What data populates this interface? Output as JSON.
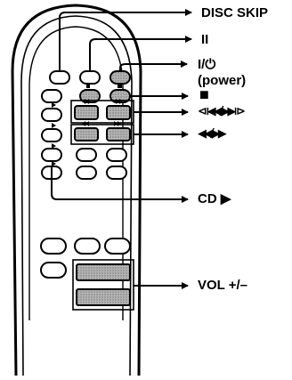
{
  "labels": {
    "disc_skip": "DISC SKIP",
    "pause": "II",
    "power_symbol": "I/⏻",
    "power_text": "(power)",
    "stop": "■",
    "skip": "⧏◀◀/▶▶⧐",
    "search": "◀◀/▶▶",
    "cd_play": "CD ▶",
    "volume": "VOL +/–"
  },
  "colors": {
    "ink": "#000000",
    "paper": "#ffffff",
    "button_shade": "#8c8c8c"
  },
  "icons": [
    "remote-control",
    "callout-line",
    "arrowhead"
  ]
}
